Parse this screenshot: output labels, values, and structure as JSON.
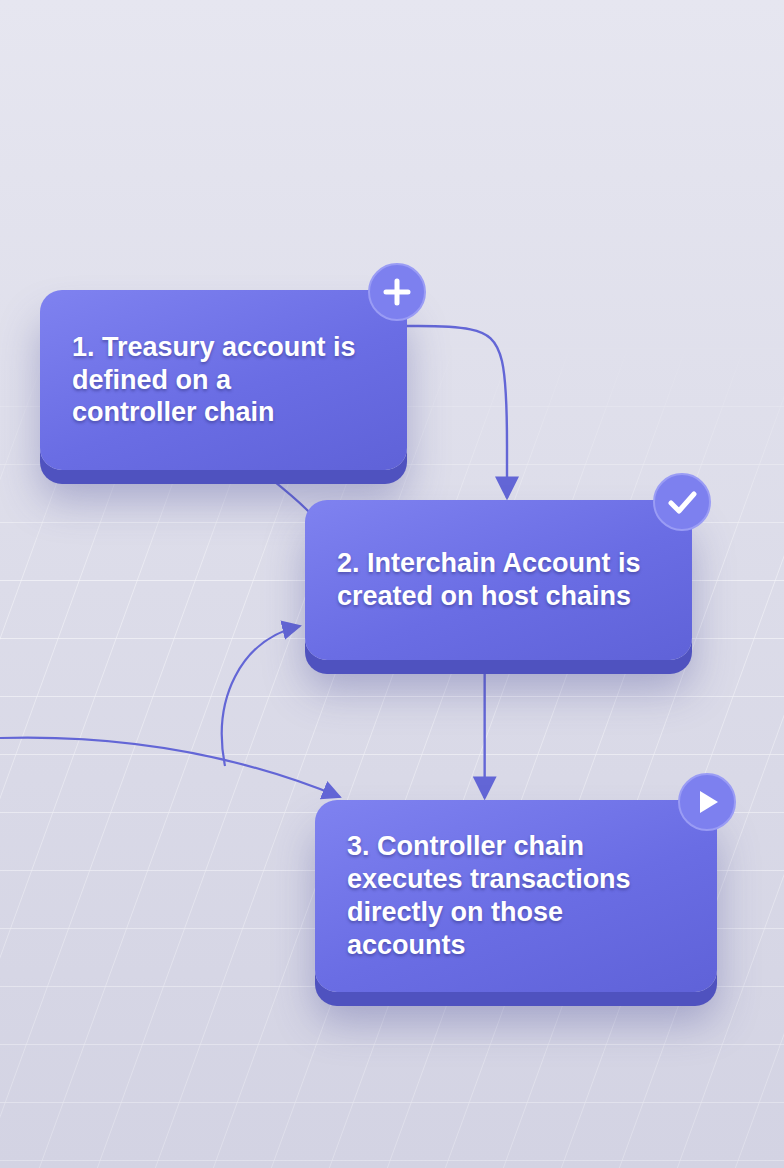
{
  "diagram": {
    "nodes": [
      {
        "text": [
          "1. Treasury account is defined on a controller chain"
        ]
      },
      {
        "text": [
          "2. Interchain Account is created on host chains"
        ]
      },
      {
        "text": [
          "3. Controller chain executes transactions directly on those accounts"
        ]
      }
    ],
    "edges": [
      {
        "from": 0,
        "to": 1,
        "arrow": "to"
      },
      {
        "from": 1,
        "to": 2,
        "arrow": "to"
      }
    ]
  }
}
